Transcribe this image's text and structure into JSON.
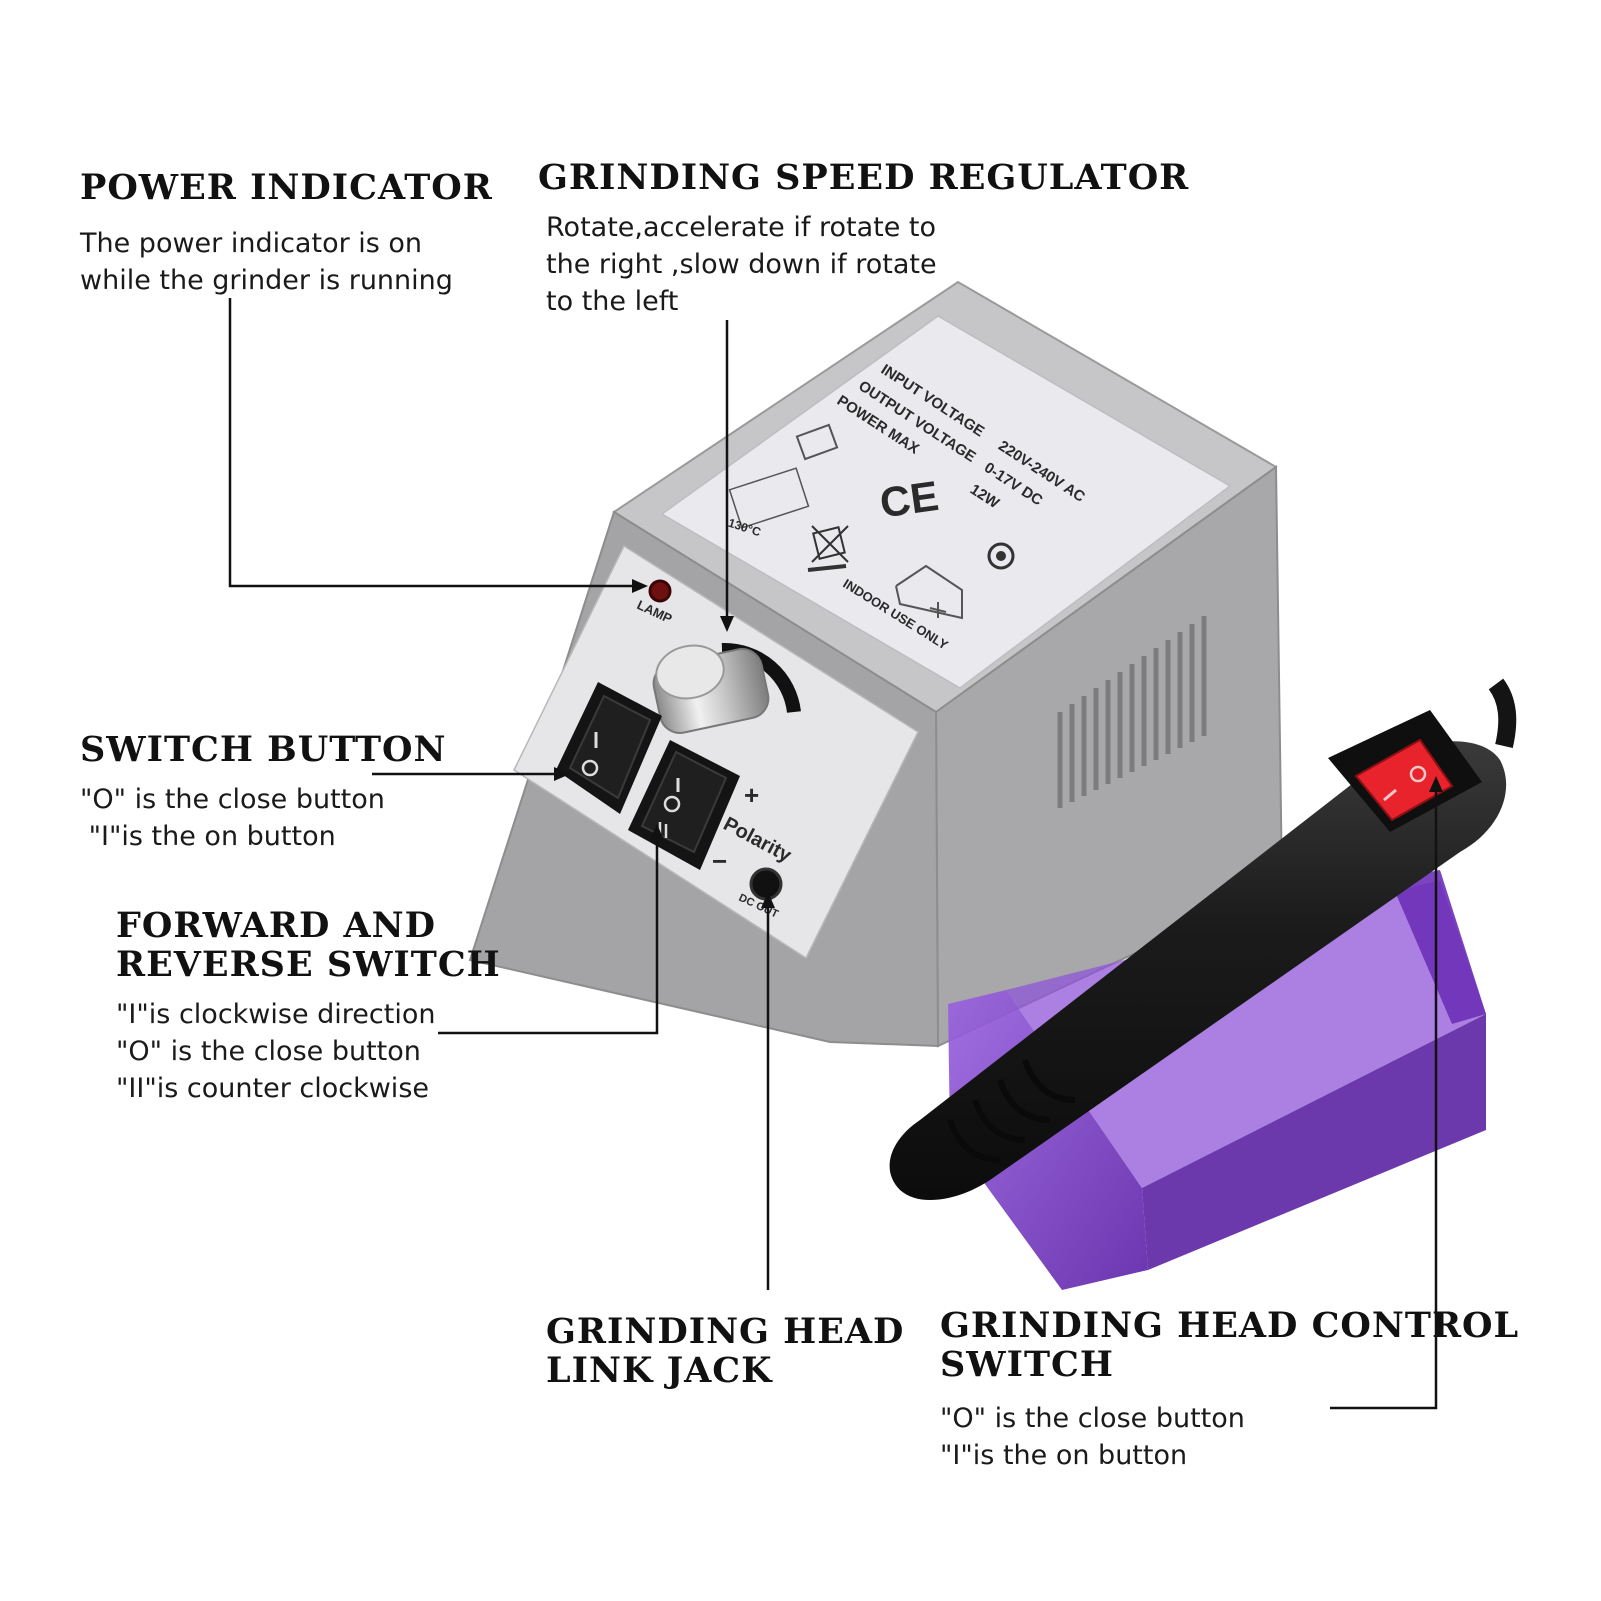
{
  "callouts": {
    "power_indicator": {
      "title": "POWER INDICATOR",
      "lines": [
        "The power indicator is on",
        "while the grinder is running"
      ]
    },
    "speed_regulator": {
      "title": "GRINDING SPEED REGULATOR",
      "lines": [
        "Rotate,accelerate if rotate to",
        "the right ,slow down if rotate",
        "to the left"
      ]
    },
    "switch_button": {
      "title": "SWITCH BUTTON",
      "lines": [
        "\"O\" is the close button",
        " \"I\"is the on button"
      ]
    },
    "forward_reverse": {
      "title_lines": [
        "FORWARD AND",
        "REVERSE SWITCH"
      ],
      "lines": [
        "\"I\"is clockwise direction",
        "\"O\" is the close button",
        "\"II\"is counter clockwise"
      ]
    },
    "link_jack": {
      "title_lines": [
        "GRINDING HEAD",
        "LINK JACK"
      ]
    },
    "head_control": {
      "title_lines": [
        "GRINDING HEAD CONTROL",
        "SWITCH"
      ],
      "lines": [
        "\"O\" is the close button",
        "\"I\"is the on button"
      ]
    }
  },
  "device": {
    "spec_label": {
      "input_label": "INPUT VOLTAGE",
      "input_value": "220V-240V AC",
      "output_label": "OUTPUT VOLTAGE",
      "output_value": "0-17V DC",
      "power_label": "POWER MAX",
      "power_value": "12W",
      "ce_mark": "CE",
      "temp": "130°C",
      "indoor": "INDOOR USE ONLY"
    },
    "panel": {
      "lamp": "LAMP",
      "plus": "+",
      "minus": "−",
      "polarity": "Polarity",
      "dc_out": "DC OUT"
    }
  },
  "colors": {
    "housing": "#a9a9a9",
    "panel": "#e4e4e6",
    "switch_red": "#e8232b",
    "stand_purple": "#7b3fc4",
    "handpiece": "#1b1b1b"
  }
}
